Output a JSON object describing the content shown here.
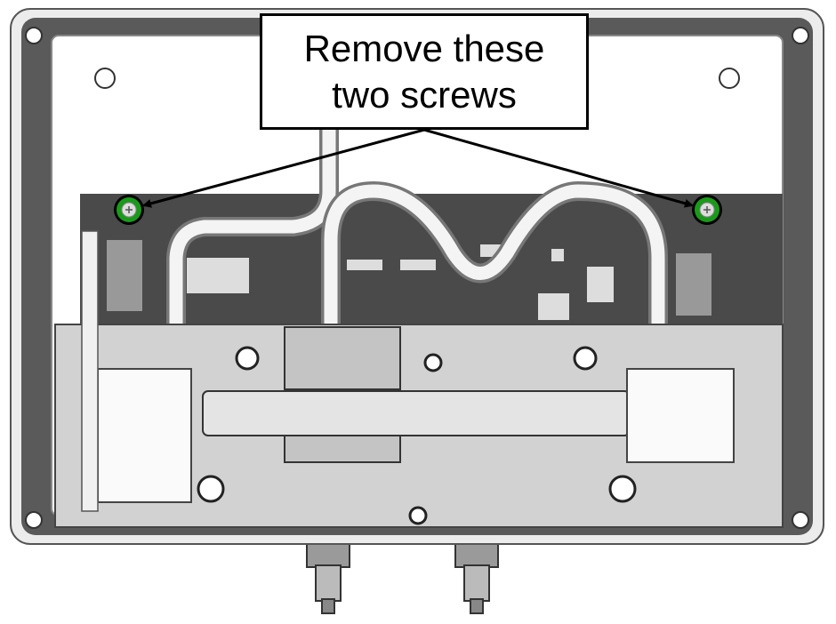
{
  "callout": {
    "line1": "Remove these",
    "line2": "two screws"
  },
  "colors": {
    "screw_highlight": "#1a9a1a",
    "callout_border": "#000000"
  },
  "markers": [
    {
      "name": "left-screw",
      "icon": "screw-icon"
    },
    {
      "name": "right-screw",
      "icon": "screw-icon"
    }
  ]
}
